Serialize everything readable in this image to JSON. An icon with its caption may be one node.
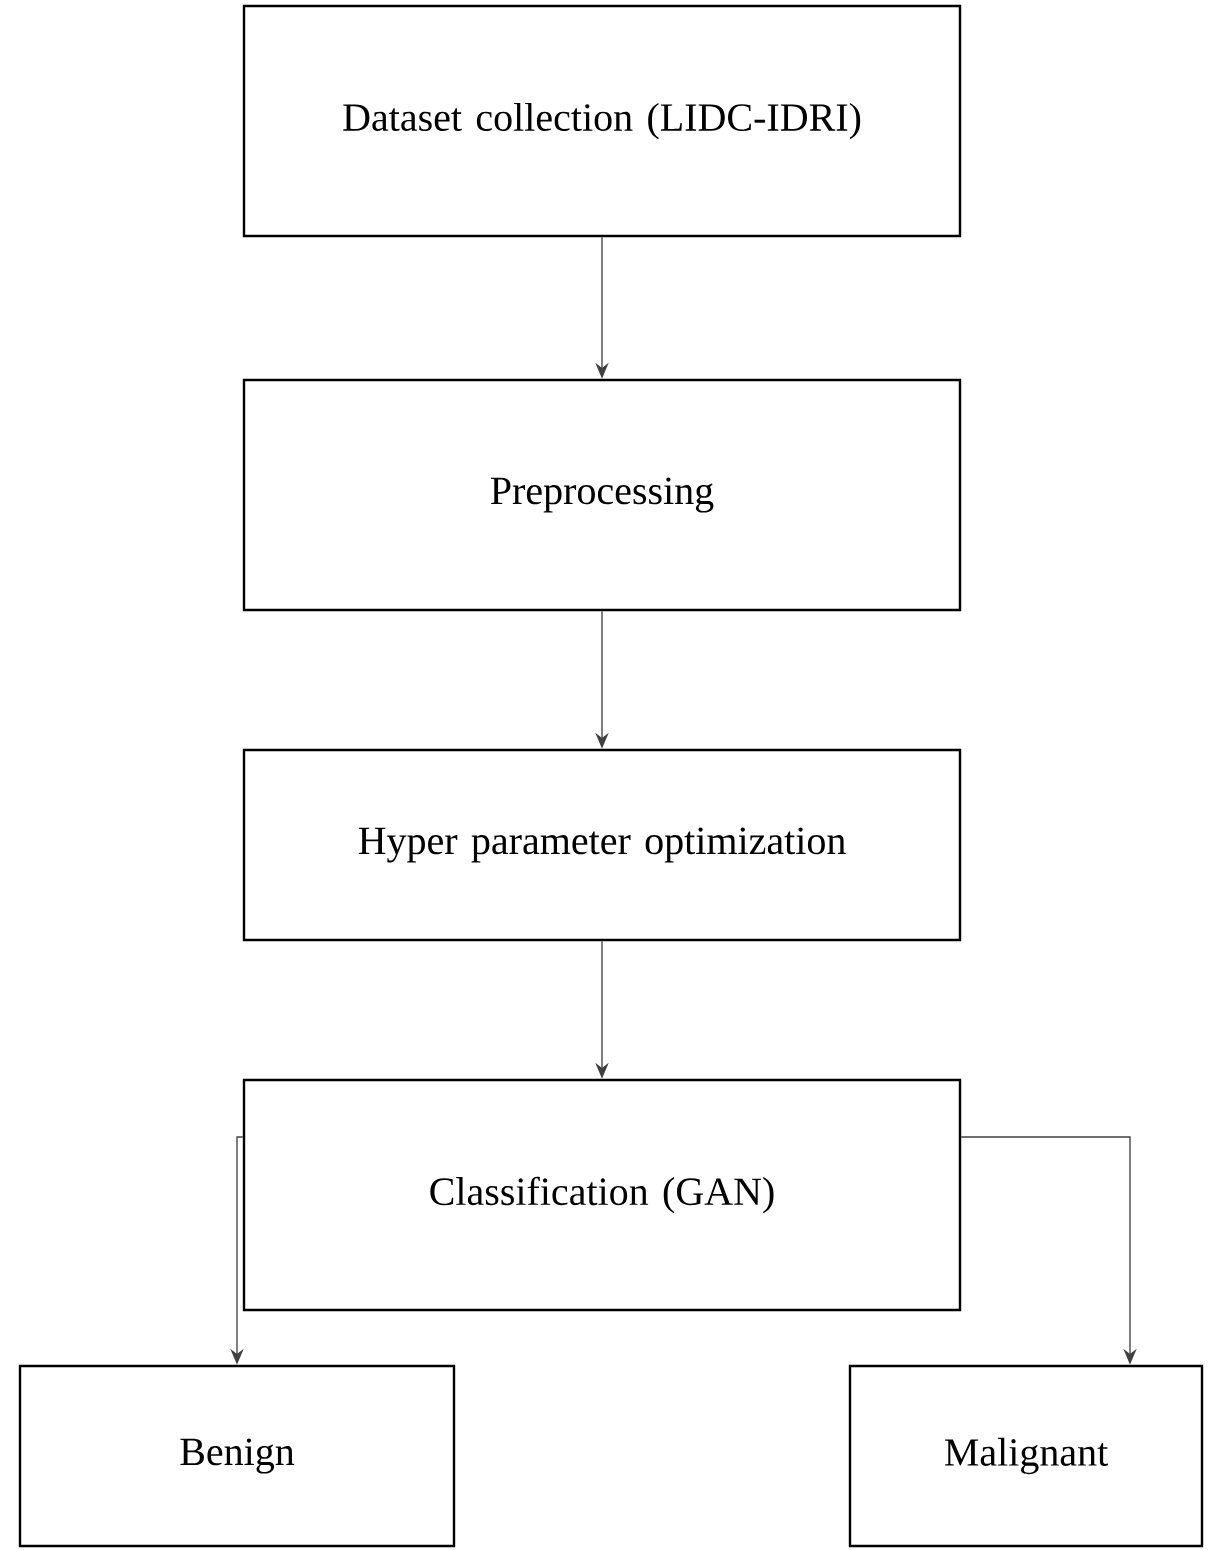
{
  "diagram": {
    "nodes": [
      {
        "text": [
          "Dataset collection (LIDC-IDRI)"
        ]
      },
      {
        "text": [
          "Preprocessing"
        ]
      },
      {
        "text": [
          "Hyper parameter optimization"
        ]
      },
      {
        "text": [
          "Classification (GAN)"
        ]
      },
      {
        "text": [
          "Benign"
        ]
      },
      {
        "text": [
          "Malignant"
        ]
      }
    ],
    "edges": [
      {
        "from": 0,
        "to": 1,
        "arrow": "to"
      },
      {
        "from": 1,
        "to": 2,
        "arrow": "to"
      },
      {
        "from": 2,
        "to": 3,
        "arrow": "to"
      },
      {
        "from": 3,
        "to": 4,
        "arrow": "to"
      },
      {
        "from": 3,
        "to": 5,
        "arrow": "to"
      }
    ]
  }
}
